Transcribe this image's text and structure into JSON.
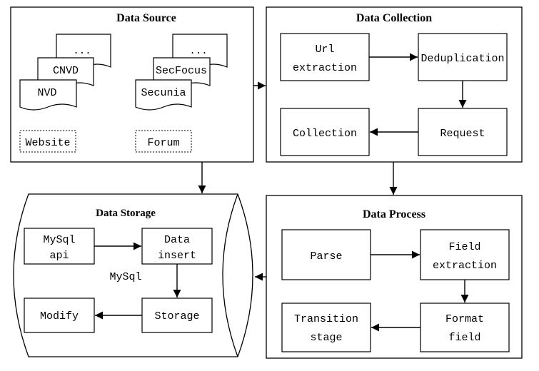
{
  "panels": {
    "source": {
      "title": "Data Source",
      "stackA": [
        "...",
        "CNVD",
        "NVD"
      ],
      "stackB": [
        "...",
        "SecFocus",
        "Secunia"
      ],
      "website": "Website",
      "forum": "Forum"
    },
    "collection": {
      "title": "Data Collection",
      "url": [
        "Url",
        "extraction"
      ],
      "dedup": "Deduplication",
      "request": "Request",
      "collect": "Collection"
    },
    "storage": {
      "title": "Data Storage",
      "api": [
        "MySql",
        "api"
      ],
      "insert": [
        "Data",
        "insert"
      ],
      "mysql": "MySql",
      "storage": "Storage",
      "modify": "Modify"
    },
    "process": {
      "title": "Data Process",
      "parse": "Parse",
      "field": [
        "Field",
        "extraction"
      ],
      "format": [
        "Format",
        "field"
      ],
      "transition": [
        "Transition",
        "stage"
      ]
    }
  }
}
